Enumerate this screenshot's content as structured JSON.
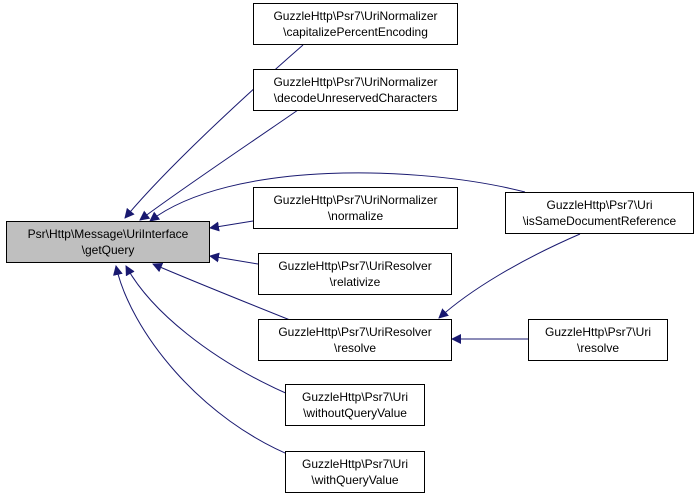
{
  "graph": {
    "edge_color": "#191970",
    "focus_fill": "#bfbfbf",
    "nodes": {
      "focus": {
        "line1": "Psr\\Http\\Message\\UriInterface",
        "line2": "\\getQuery"
      },
      "capitalize": {
        "line1": "GuzzleHttp\\Psr7\\UriNormalizer",
        "line2": "\\capitalizePercentEncoding"
      },
      "decode": {
        "line1": "GuzzleHttp\\Psr7\\UriNormalizer",
        "line2": "\\decodeUnreservedCharacters"
      },
      "normalize": {
        "line1": "GuzzleHttp\\Psr7\\UriNormalizer",
        "line2": "\\normalize"
      },
      "relativize": {
        "line1": "GuzzleHttp\\Psr7\\UriResolver",
        "line2": "\\relativize"
      },
      "resolver_resolve": {
        "line1": "GuzzleHttp\\Psr7\\UriResolver",
        "line2": "\\resolve"
      },
      "without_query": {
        "line1": "GuzzleHttp\\Psr7\\Uri",
        "line2": "\\withoutQueryValue"
      },
      "with_query": {
        "line1": "GuzzleHttp\\Psr7\\Uri",
        "line2": "\\withQueryValue"
      },
      "same_doc": {
        "line1": "GuzzleHttp\\Psr7\\Uri",
        "line2": "\\isSameDocumentReference"
      },
      "uri_resolve": {
        "line1": "GuzzleHttp\\Psr7\\Uri",
        "line2": "\\resolve"
      }
    }
  }
}
